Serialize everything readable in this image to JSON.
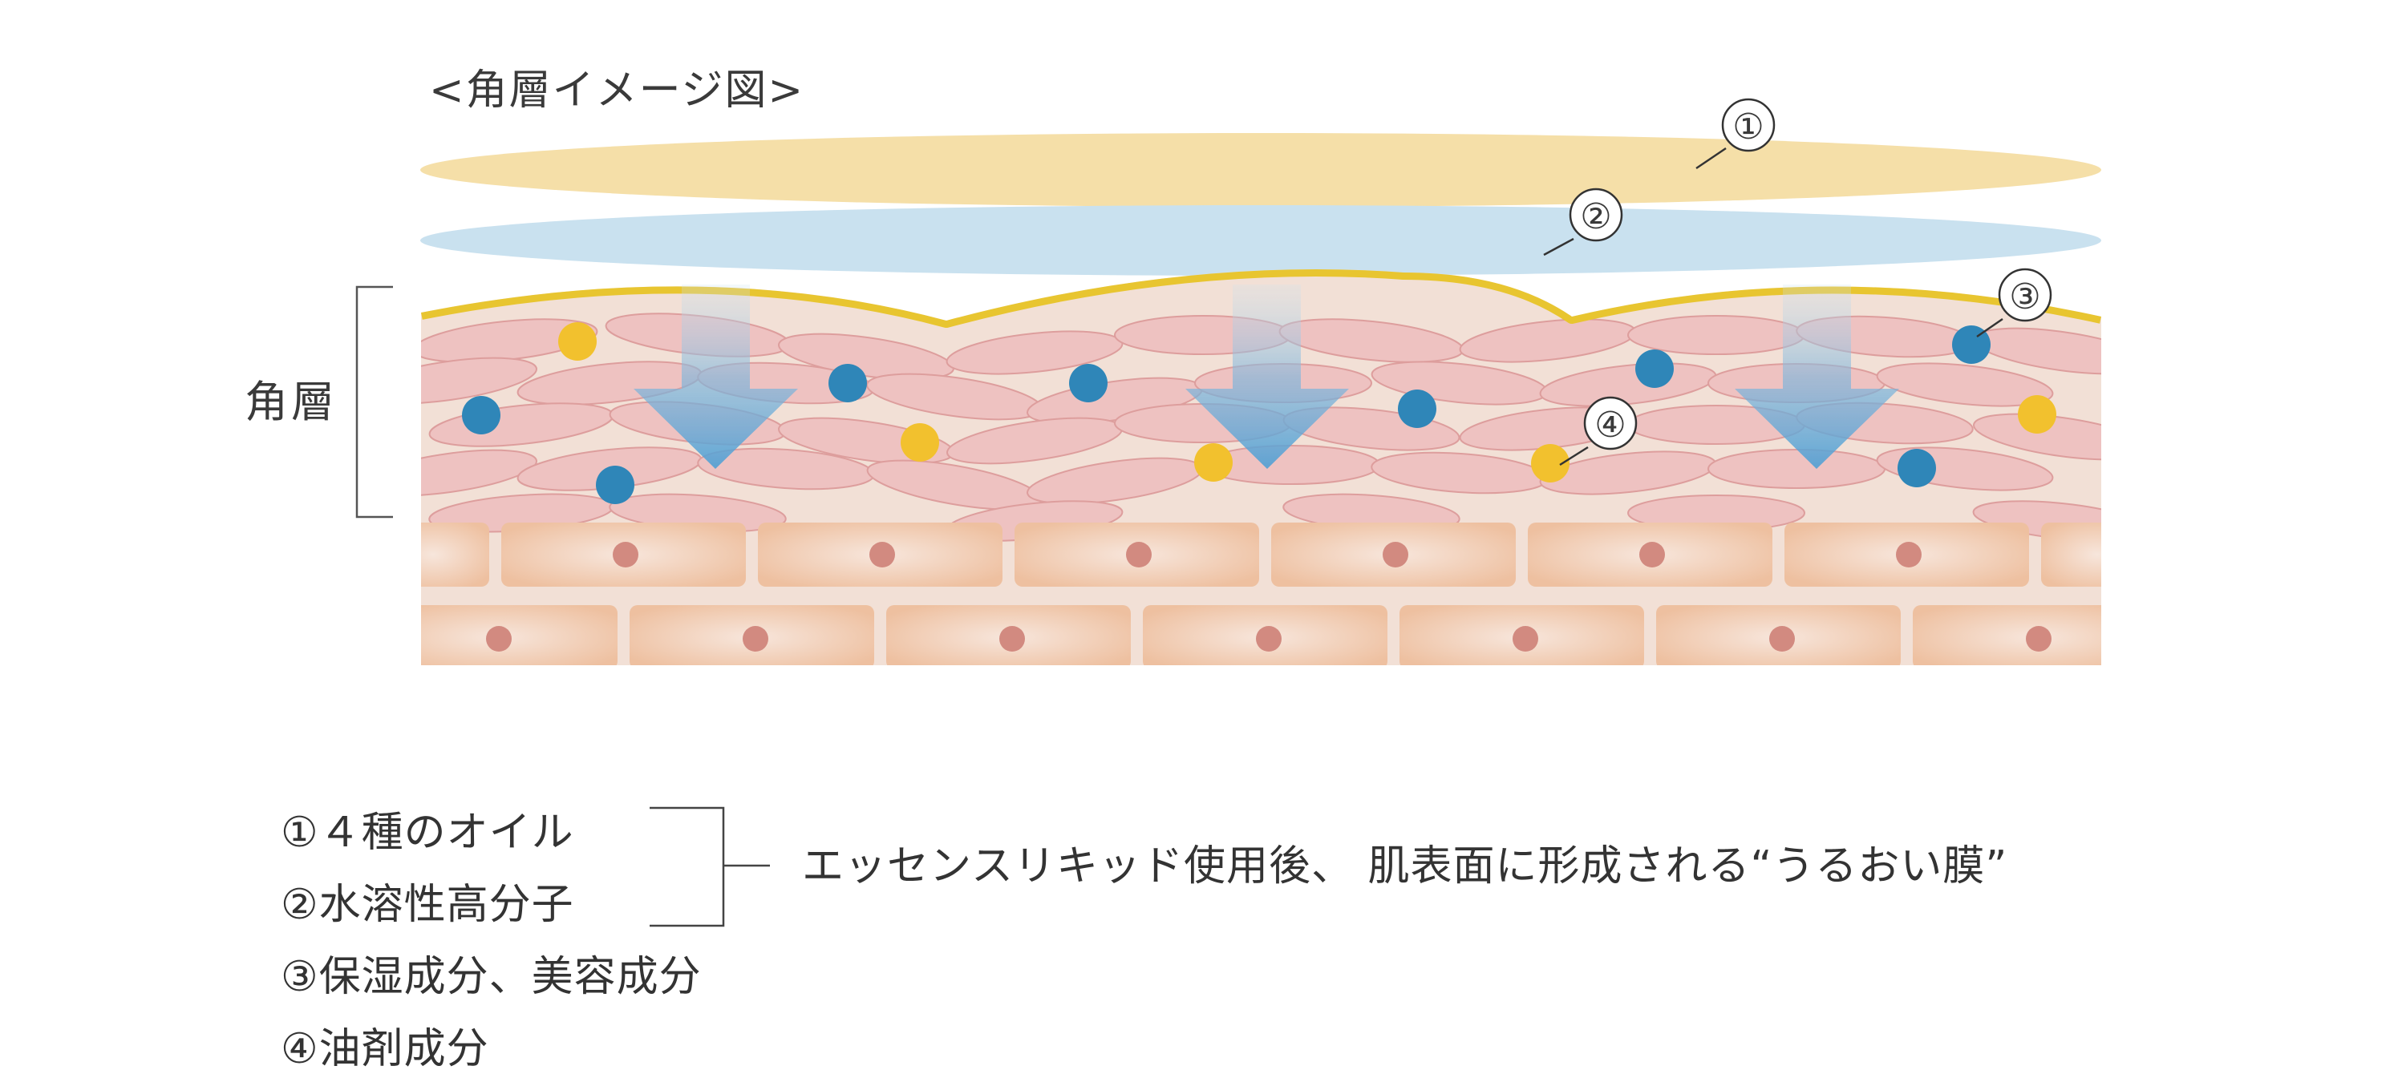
{
  "diagram": {
    "title": "<角層イメージ図>",
    "side_label": "角層",
    "callouts": {
      "oil_layer": "①",
      "polymer_layer": "②",
      "moisturizer": "③",
      "oil_agent": "④"
    }
  },
  "legend": {
    "items": [
      "①４種のオイル",
      "②水溶性高分子",
      "③保湿成分、美容成分",
      "④油剤成分"
    ],
    "bracket_text": "エッセンスリキッド使用後、 肌表面に形成される“うるおい膜”"
  },
  "colors": {
    "oil_layer": "#f5dfa8",
    "polymer_layer": "#c9e1ef",
    "sebum_line": "#e8c530",
    "corneocyte": "#eec0c0",
    "corneocyte_border": "#dc9a9a",
    "stratum_bg": "#f2e0d6",
    "cell": "#f1c8aa",
    "nucleus": "#d28a80",
    "blue_dot": "#2f86b8",
    "yellow_dot": "#f2c12e",
    "arrow": "#5aa6d6"
  }
}
